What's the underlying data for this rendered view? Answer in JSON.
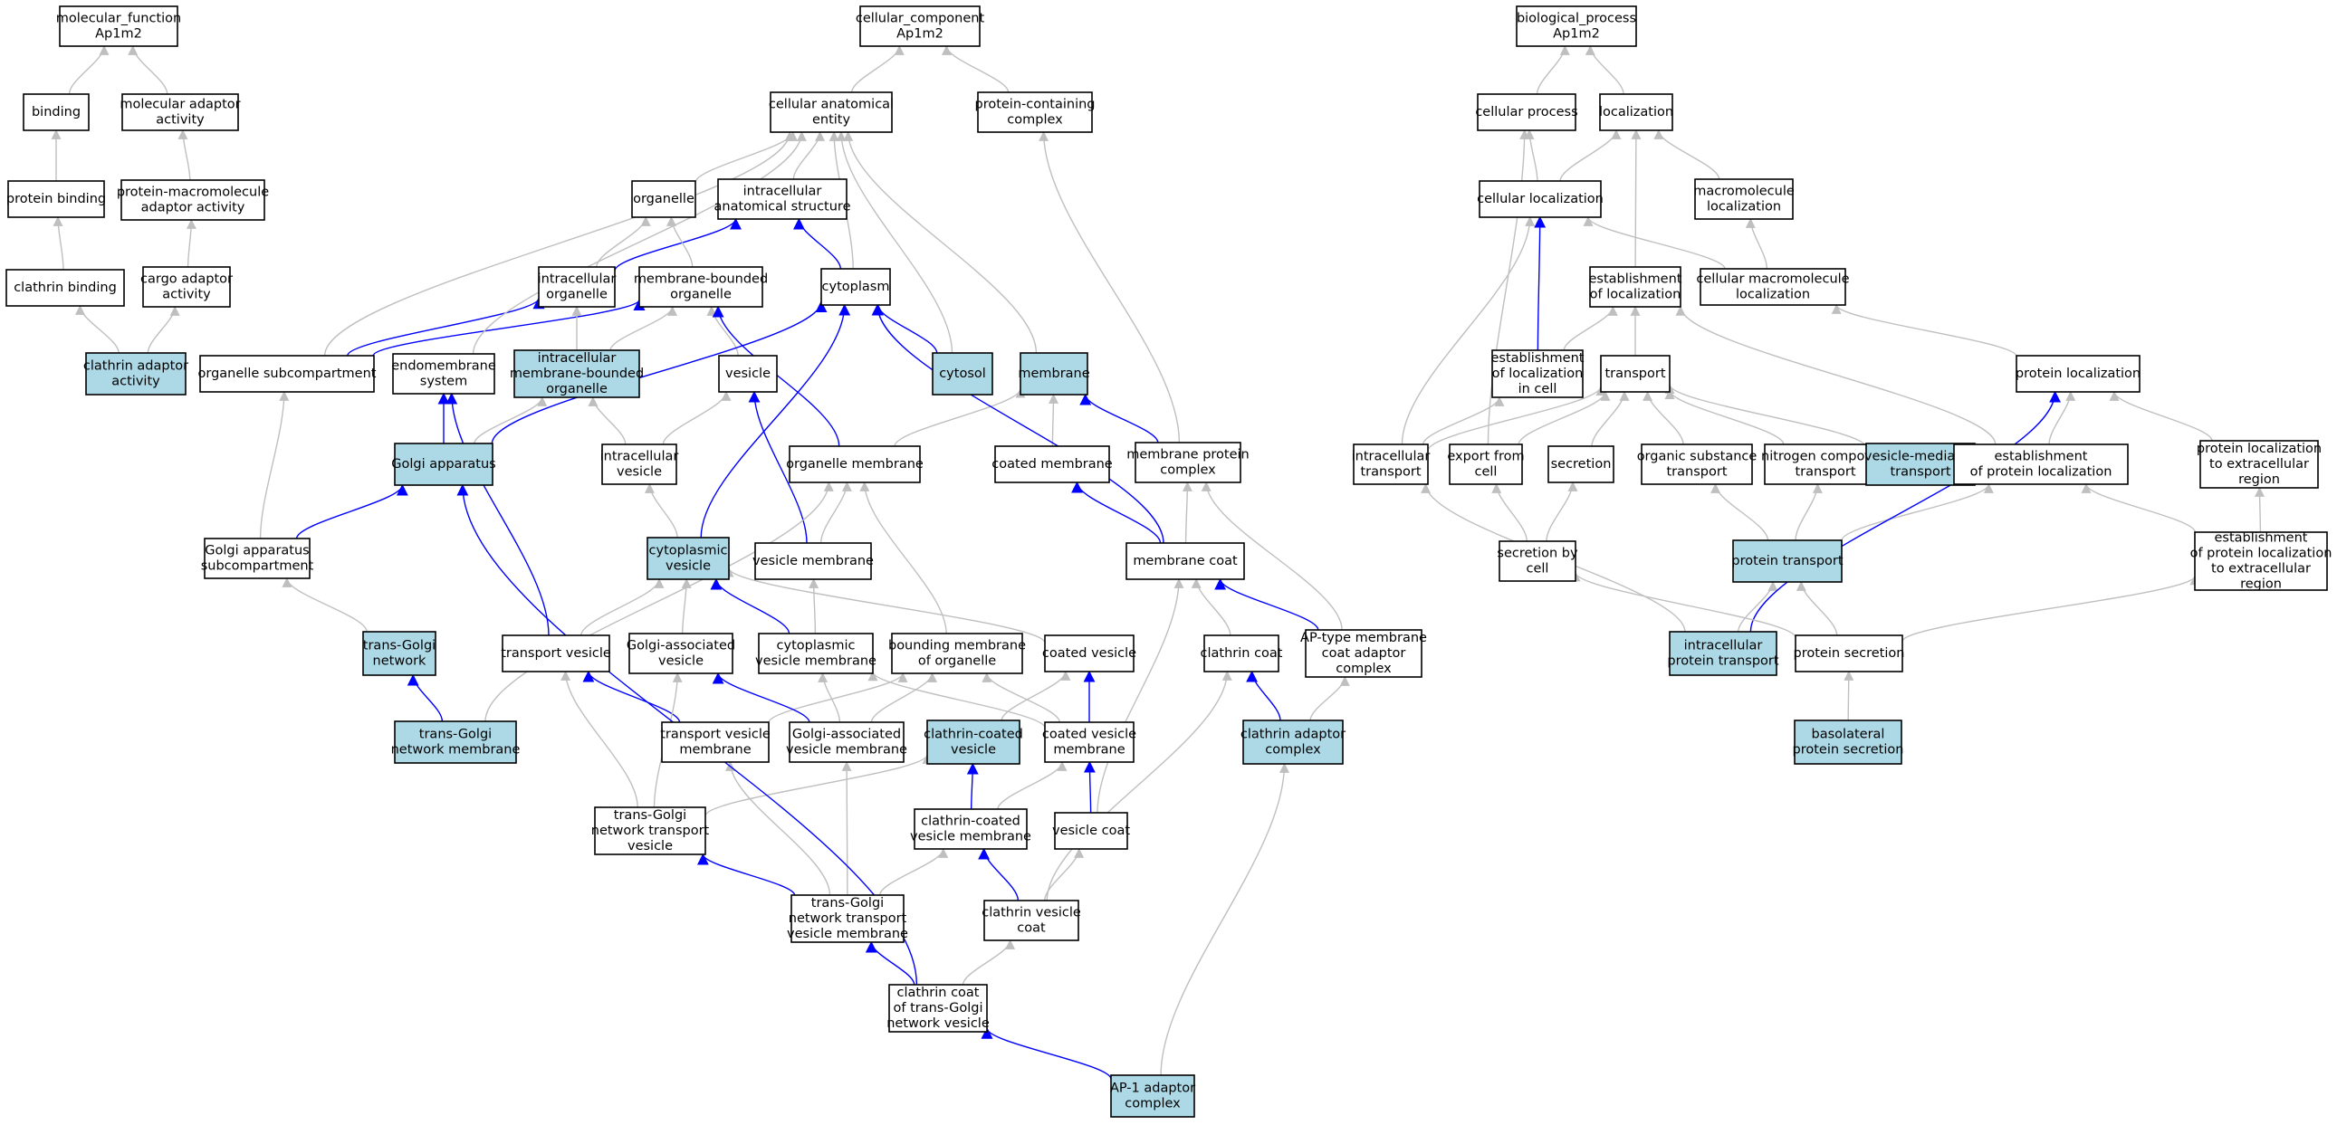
{
  "colors": {
    "node_plain": "#ffffff",
    "node_highlight": "#add8e6",
    "edge_plain": "#bfbfbf",
    "edge_highlight": "#0000ff",
    "border": "#000000"
  },
  "graph": {
    "nodes": [
      {
        "id": "mf_root",
        "label": [
          "molecular_function",
          "Ap1m2"
        ],
        "hl": false
      },
      {
        "id": "binding",
        "label": [
          "binding"
        ],
        "hl": false
      },
      {
        "id": "mol_adaptor",
        "label": [
          "molecular adaptor",
          "activity"
        ],
        "hl": false
      },
      {
        "id": "protein_binding",
        "label": [
          "protein binding"
        ],
        "hl": false
      },
      {
        "id": "pm_adaptor",
        "label": [
          "protein-macromolecule",
          "adaptor activity"
        ],
        "hl": false
      },
      {
        "id": "clathrin_binding",
        "label": [
          "clathrin binding"
        ],
        "hl": false
      },
      {
        "id": "cargo_adaptor",
        "label": [
          "cargo adaptor",
          "activity"
        ],
        "hl": false
      },
      {
        "id": "clathrin_adaptor_act",
        "label": [
          "clathrin adaptor",
          "activity"
        ],
        "hl": true
      },
      {
        "id": "cc_root",
        "label": [
          "cellular_component",
          "Ap1m2"
        ],
        "hl": false
      },
      {
        "id": "cae",
        "label": [
          "cellular anatomical",
          "entity"
        ],
        "hl": false
      },
      {
        "id": "pcc",
        "label": [
          "protein-containing",
          "complex"
        ],
        "hl": false
      },
      {
        "id": "organelle",
        "label": [
          "organelle"
        ],
        "hl": false
      },
      {
        "id": "ias",
        "label": [
          "intracellular",
          "anatomical structure"
        ],
        "hl": false
      },
      {
        "id": "io",
        "label": [
          "intracellular",
          "organelle"
        ],
        "hl": false
      },
      {
        "id": "mbo",
        "label": [
          "membrane-bounded",
          "organelle"
        ],
        "hl": false
      },
      {
        "id": "cytoplasm",
        "label": [
          "cytoplasm"
        ],
        "hl": false
      },
      {
        "id": "org_subcomp",
        "label": [
          "organelle subcompartment"
        ],
        "hl": false
      },
      {
        "id": "endomembrane",
        "label": [
          "endomembrane",
          "system"
        ],
        "hl": false
      },
      {
        "id": "imbo",
        "label": [
          "intracellular",
          "membrane-bounded",
          "organelle"
        ],
        "hl": true
      },
      {
        "id": "vesicle",
        "label": [
          "vesicle"
        ],
        "hl": false
      },
      {
        "id": "cytosol",
        "label": [
          "cytosol"
        ],
        "hl": true
      },
      {
        "id": "membrane",
        "label": [
          "membrane"
        ],
        "hl": true
      },
      {
        "id": "golgi",
        "label": [
          "Golgi apparatus"
        ],
        "hl": true
      },
      {
        "id": "ivesicle",
        "label": [
          "intracellular",
          "vesicle"
        ],
        "hl": false
      },
      {
        "id": "org_membrane",
        "label": [
          "organelle membrane"
        ],
        "hl": false
      },
      {
        "id": "coated_membrane",
        "label": [
          "coated membrane"
        ],
        "hl": false
      },
      {
        "id": "mpc",
        "label": [
          "membrane protein",
          "complex"
        ],
        "hl": false
      },
      {
        "id": "golgi_sub",
        "label": [
          "Golgi apparatus",
          "subcompartment"
        ],
        "hl": false
      },
      {
        "id": "cyto_vesicle",
        "label": [
          "cytoplasmic",
          "vesicle"
        ],
        "hl": true
      },
      {
        "id": "vesicle_membrane",
        "label": [
          "vesicle membrane"
        ],
        "hl": false
      },
      {
        "id": "membrane_coat",
        "label": [
          "membrane coat"
        ],
        "hl": false
      },
      {
        "id": "tgn",
        "label": [
          "trans-Golgi",
          "network"
        ],
        "hl": true
      },
      {
        "id": "transport_vesicle",
        "label": [
          "transport vesicle"
        ],
        "hl": false
      },
      {
        "id": "golgi_assoc_ves",
        "label": [
          "Golgi-associated",
          "vesicle"
        ],
        "hl": false
      },
      {
        "id": "cyto_ves_mem",
        "label": [
          "cytoplasmic",
          "vesicle membrane"
        ],
        "hl": false
      },
      {
        "id": "bounding_mem",
        "label": [
          "bounding membrane",
          "of organelle"
        ],
        "hl": false
      },
      {
        "id": "coated_vesicle",
        "label": [
          "coated vesicle"
        ],
        "hl": false
      },
      {
        "id": "clathrin_coat",
        "label": [
          "clathrin coat"
        ],
        "hl": false
      },
      {
        "id": "ap_type",
        "label": [
          "AP-type membrane",
          "coat adaptor",
          "complex"
        ],
        "hl": false
      },
      {
        "id": "tgn_membrane",
        "label": [
          "trans-Golgi",
          "network membrane"
        ],
        "hl": true
      },
      {
        "id": "tv_membrane",
        "label": [
          "transport vesicle",
          "membrane"
        ],
        "hl": false
      },
      {
        "id": "gav_membrane",
        "label": [
          "Golgi-associated",
          "vesicle membrane"
        ],
        "hl": false
      },
      {
        "id": "ccv",
        "label": [
          "clathrin-coated",
          "vesicle"
        ],
        "hl": true
      },
      {
        "id": "cv_membrane",
        "label": [
          "coated vesicle",
          "membrane"
        ],
        "hl": false
      },
      {
        "id": "clathrin_adaptor_cx",
        "label": [
          "clathrin adaptor",
          "complex"
        ],
        "hl": true
      },
      {
        "id": "tgn_tv",
        "label": [
          "trans-Golgi",
          "network transport",
          "vesicle"
        ],
        "hl": false
      },
      {
        "id": "ccv_membrane",
        "label": [
          "clathrin-coated",
          "vesicle membrane"
        ],
        "hl": false
      },
      {
        "id": "vesicle_coat",
        "label": [
          "vesicle coat"
        ],
        "hl": false
      },
      {
        "id": "tgn_tv_mem",
        "label": [
          "trans-Golgi",
          "network transport",
          "vesicle membrane"
        ],
        "hl": false
      },
      {
        "id": "cv_coat",
        "label": [
          "clathrin vesicle",
          "coat"
        ],
        "hl": false
      },
      {
        "id": "cc_tgn_ves",
        "label": [
          "clathrin coat",
          "of trans-Golgi",
          "network vesicle"
        ],
        "hl": false
      },
      {
        "id": "ap1",
        "label": [
          "AP-1 adaptor",
          "complex"
        ],
        "hl": true
      },
      {
        "id": "bp_root",
        "label": [
          "biological_process",
          "Ap1m2"
        ],
        "hl": false
      },
      {
        "id": "cell_process",
        "label": [
          "cellular process"
        ],
        "hl": false
      },
      {
        "id": "localization",
        "label": [
          "localization"
        ],
        "hl": false
      },
      {
        "id": "cell_loc",
        "label": [
          "cellular localization"
        ],
        "hl": false
      },
      {
        "id": "macro_loc",
        "label": [
          "macromolecule",
          "localization"
        ],
        "hl": false
      },
      {
        "id": "est_loc",
        "label": [
          "establishment",
          "of localization"
        ],
        "hl": false
      },
      {
        "id": "cell_macro_loc",
        "label": [
          "cellular macromolecule",
          "localization"
        ],
        "hl": false
      },
      {
        "id": "est_loc_cell",
        "label": [
          "establishment",
          "of localization",
          "in cell"
        ],
        "hl": false
      },
      {
        "id": "transport",
        "label": [
          "transport"
        ],
        "hl": false
      },
      {
        "id": "protein_loc",
        "label": [
          "protein localization"
        ],
        "hl": false
      },
      {
        "id": "ic_transport",
        "label": [
          "intracellular",
          "transport"
        ],
        "hl": false
      },
      {
        "id": "export_cell",
        "label": [
          "export from",
          "cell"
        ],
        "hl": false
      },
      {
        "id": "secretion",
        "label": [
          "secretion"
        ],
        "hl": false
      },
      {
        "id": "ost",
        "label": [
          "organic substance",
          "transport"
        ],
        "hl": false
      },
      {
        "id": "nct",
        "label": [
          "nitrogen compound",
          "transport"
        ],
        "hl": false
      },
      {
        "id": "vmt",
        "label": [
          "vesicle-mediated",
          "transport"
        ],
        "hl": true
      },
      {
        "id": "est_prot_loc",
        "label": [
          "establishment",
          "of protein localization"
        ],
        "hl": false
      },
      {
        "id": "pl_extra",
        "label": [
          "protein localization",
          "to extracellular",
          "region"
        ],
        "hl": false
      },
      {
        "id": "sec_cell",
        "label": [
          "secretion by",
          "cell"
        ],
        "hl": false
      },
      {
        "id": "protein_transport",
        "label": [
          "protein transport"
        ],
        "hl": true
      },
      {
        "id": "est_pl_extra",
        "label": [
          "establishment",
          "of protein localization",
          "to extracellular",
          "region"
        ],
        "hl": false
      },
      {
        "id": "ipt",
        "label": [
          "intracellular",
          "protein transport"
        ],
        "hl": true
      },
      {
        "id": "protein_secretion",
        "label": [
          "protein secretion"
        ],
        "hl": false
      },
      {
        "id": "baso",
        "label": [
          "basolateral",
          "protein secretion"
        ],
        "hl": true
      }
    ],
    "edges": [
      [
        "binding",
        "mf_root",
        0
      ],
      [
        "mol_adaptor",
        "mf_root",
        0
      ],
      [
        "protein_binding",
        "binding",
        0
      ],
      [
        "pm_adaptor",
        "mol_adaptor",
        0
      ],
      [
        "clathrin_binding",
        "protein_binding",
        0
      ],
      [
        "cargo_adaptor",
        "pm_adaptor",
        0
      ],
      [
        "clathrin_adaptor_act",
        "clathrin_binding",
        0
      ],
      [
        "clathrin_adaptor_act",
        "cargo_adaptor",
        0
      ],
      [
        "cae",
        "cc_root",
        0
      ],
      [
        "pcc",
        "cc_root",
        0
      ],
      [
        "organelle",
        "cae",
        0
      ],
      [
        "ias",
        "cae",
        0
      ],
      [
        "io",
        "organelle",
        0
      ],
      [
        "io",
        "ias",
        1
      ],
      [
        "mbo",
        "organelle",
        0
      ],
      [
        "cytoplasm",
        "cae",
        0
      ],
      [
        "cytoplasm",
        "ias",
        1
      ],
      [
        "org_subcomp",
        "cae",
        0
      ],
      [
        "org_subcomp",
        "io",
        1
      ],
      [
        "org_subcomp",
        "mbo",
        1
      ],
      [
        "endomembrane",
        "cae",
        0
      ],
      [
        "imbo",
        "io",
        0
      ],
      [
        "imbo",
        "mbo",
        0
      ],
      [
        "vesicle",
        "mbo",
        0
      ],
      [
        "cytosol",
        "cytoplasm",
        1
      ],
      [
        "cytosol",
        "cae",
        0
      ],
      [
        "membrane",
        "cae",
        0
      ],
      [
        "golgi",
        "imbo",
        0
      ],
      [
        "golgi",
        "endomembrane",
        1
      ],
      [
        "golgi",
        "cytoplasm",
        1
      ],
      [
        "ivesicle",
        "imbo",
        0
      ],
      [
        "ivesicle",
        "vesicle",
        0
      ],
      [
        "org_membrane",
        "mbo",
        1
      ],
      [
        "org_membrane",
        "membrane",
        0
      ],
      [
        "coated_membrane",
        "membrane",
        0
      ],
      [
        "mpc",
        "membrane",
        1
      ],
      [
        "mpc",
        "pcc",
        0
      ],
      [
        "golgi_sub",
        "golgi",
        1
      ],
      [
        "golgi_sub",
        "org_subcomp",
        0
      ],
      [
        "cyto_vesicle",
        "ivesicle",
        0
      ],
      [
        "cyto_vesicle",
        "cytoplasm",
        1
      ],
      [
        "vesicle_membrane",
        "vesicle",
        1
      ],
      [
        "vesicle_membrane",
        "org_membrane",
        0
      ],
      [
        "membrane_coat",
        "coated_membrane",
        1
      ],
      [
        "membrane_coat",
        "mpc",
        0
      ],
      [
        "membrane_coat",
        "cytoplasm",
        1
      ],
      [
        "tgn",
        "golgi_sub",
        0
      ],
      [
        "transport_vesicle",
        "cyto_vesicle",
        0
      ],
      [
        "transport_vesicle",
        "endomembrane",
        1
      ],
      [
        "golgi_assoc_ves",
        "cyto_vesicle",
        0
      ],
      [
        "cyto_ves_mem",
        "cyto_vesicle",
        1
      ],
      [
        "cyto_ves_mem",
        "vesicle_membrane",
        0
      ],
      [
        "bounding_mem",
        "org_membrane",
        0
      ],
      [
        "coated_vesicle",
        "cyto_vesicle",
        0
      ],
      [
        "clathrin_coat",
        "membrane_coat",
        0
      ],
      [
        "ap_type",
        "membrane_coat",
        1
      ],
      [
        "ap_type",
        "mpc",
        0
      ],
      [
        "tgn_membrane",
        "tgn",
        1
      ],
      [
        "tgn_membrane",
        "org_membrane",
        0
      ],
      [
        "tv_membrane",
        "transport_vesicle",
        1
      ],
      [
        "tv_membrane",
        "bounding_mem",
        0
      ],
      [
        "gav_membrane",
        "golgi_assoc_ves",
        1
      ],
      [
        "gav_membrane",
        "cyto_ves_mem",
        0
      ],
      [
        "gav_membrane",
        "bounding_mem",
        0
      ],
      [
        "ccv",
        "coated_vesicle",
        0
      ],
      [
        "cv_membrane",
        "coated_vesicle",
        1
      ],
      [
        "cv_membrane",
        "cyto_ves_mem",
        0
      ],
      [
        "cv_membrane",
        "bounding_mem",
        0
      ],
      [
        "clathrin_adaptor_cx",
        "clathrin_coat",
        1
      ],
      [
        "clathrin_adaptor_cx",
        "ap_type",
        0
      ],
      [
        "tgn_tv",
        "transport_vesicle",
        0
      ],
      [
        "tgn_tv",
        "golgi_assoc_ves",
        0
      ],
      [
        "tgn_tv",
        "ccv",
        0
      ],
      [
        "ccv_membrane",
        "ccv",
        1
      ],
      [
        "ccv_membrane",
        "cv_membrane",
        0
      ],
      [
        "vesicle_coat",
        "cv_membrane",
        1
      ],
      [
        "vesicle_coat",
        "membrane_coat",
        0
      ],
      [
        "tgn_tv_mem",
        "tgn_tv",
        1
      ],
      [
        "tgn_tv_mem",
        "tv_membrane",
        0
      ],
      [
        "tgn_tv_mem",
        "gav_membrane",
        0
      ],
      [
        "tgn_tv_mem",
        "ccv_membrane",
        0
      ],
      [
        "cv_coat",
        "ccv_membrane",
        1
      ],
      [
        "cv_coat",
        "vesicle_coat",
        0
      ],
      [
        "cv_coat",
        "clathrin_coat",
        0
      ],
      [
        "cc_tgn_ves",
        "tgn_tv_mem",
        1
      ],
      [
        "cc_tgn_ves",
        "cv_coat",
        0
      ],
      [
        "cc_tgn_ves",
        "golgi",
        1
      ],
      [
        "ap1",
        "cc_tgn_ves",
        1
      ],
      [
        "ap1",
        "clathrin_adaptor_cx",
        0
      ],
      [
        "cell_process",
        "bp_root",
        0
      ],
      [
        "localization",
        "bp_root",
        0
      ],
      [
        "cell_loc",
        "cell_process",
        0
      ],
      [
        "cell_loc",
        "localization",
        0
      ],
      [
        "macro_loc",
        "localization",
        0
      ],
      [
        "est_loc",
        "localization",
        0
      ],
      [
        "cell_macro_loc",
        "cell_loc",
        0
      ],
      [
        "cell_macro_loc",
        "macro_loc",
        0
      ],
      [
        "est_loc_cell",
        "cell_loc",
        1
      ],
      [
        "est_loc_cell",
        "est_loc",
        0
      ],
      [
        "transport",
        "est_loc",
        0
      ],
      [
        "protein_loc",
        "cell_macro_loc",
        0
      ],
      [
        "ic_transport",
        "cell_loc",
        0
      ],
      [
        "ic_transport",
        "est_loc_cell",
        0
      ],
      [
        "ic_transport",
        "transport",
        0
      ],
      [
        "export_cell",
        "cell_process",
        0
      ],
      [
        "export_cell",
        "transport",
        0
      ],
      [
        "secretion",
        "transport",
        0
      ],
      [
        "ost",
        "transport",
        0
      ],
      [
        "nct",
        "transport",
        0
      ],
      [
        "vmt",
        "transport",
        0
      ],
      [
        "est_prot_loc",
        "protein_loc",
        0
      ],
      [
        "est_prot_loc",
        "est_loc",
        0
      ],
      [
        "pl_extra",
        "protein_loc",
        0
      ],
      [
        "sec_cell",
        "export_cell",
        0
      ],
      [
        "sec_cell",
        "secretion",
        0
      ],
      [
        "protein_transport",
        "ost",
        0
      ],
      [
        "protein_transport",
        "nct",
        0
      ],
      [
        "protein_transport",
        "est_prot_loc",
        0
      ],
      [
        "est_pl_extra",
        "est_prot_loc",
        0
      ],
      [
        "est_pl_extra",
        "pl_extra",
        0
      ],
      [
        "ipt",
        "protein_transport",
        0
      ],
      [
        "ipt",
        "ic_transport",
        0
      ],
      [
        "ipt",
        "protein_loc",
        1
      ],
      [
        "protein_secretion",
        "protein_transport",
        0
      ],
      [
        "protein_secretion",
        "sec_cell",
        0
      ],
      [
        "protein_secretion",
        "est_pl_extra",
        0
      ],
      [
        "baso",
        "protein_secretion",
        0
      ]
    ]
  }
}
